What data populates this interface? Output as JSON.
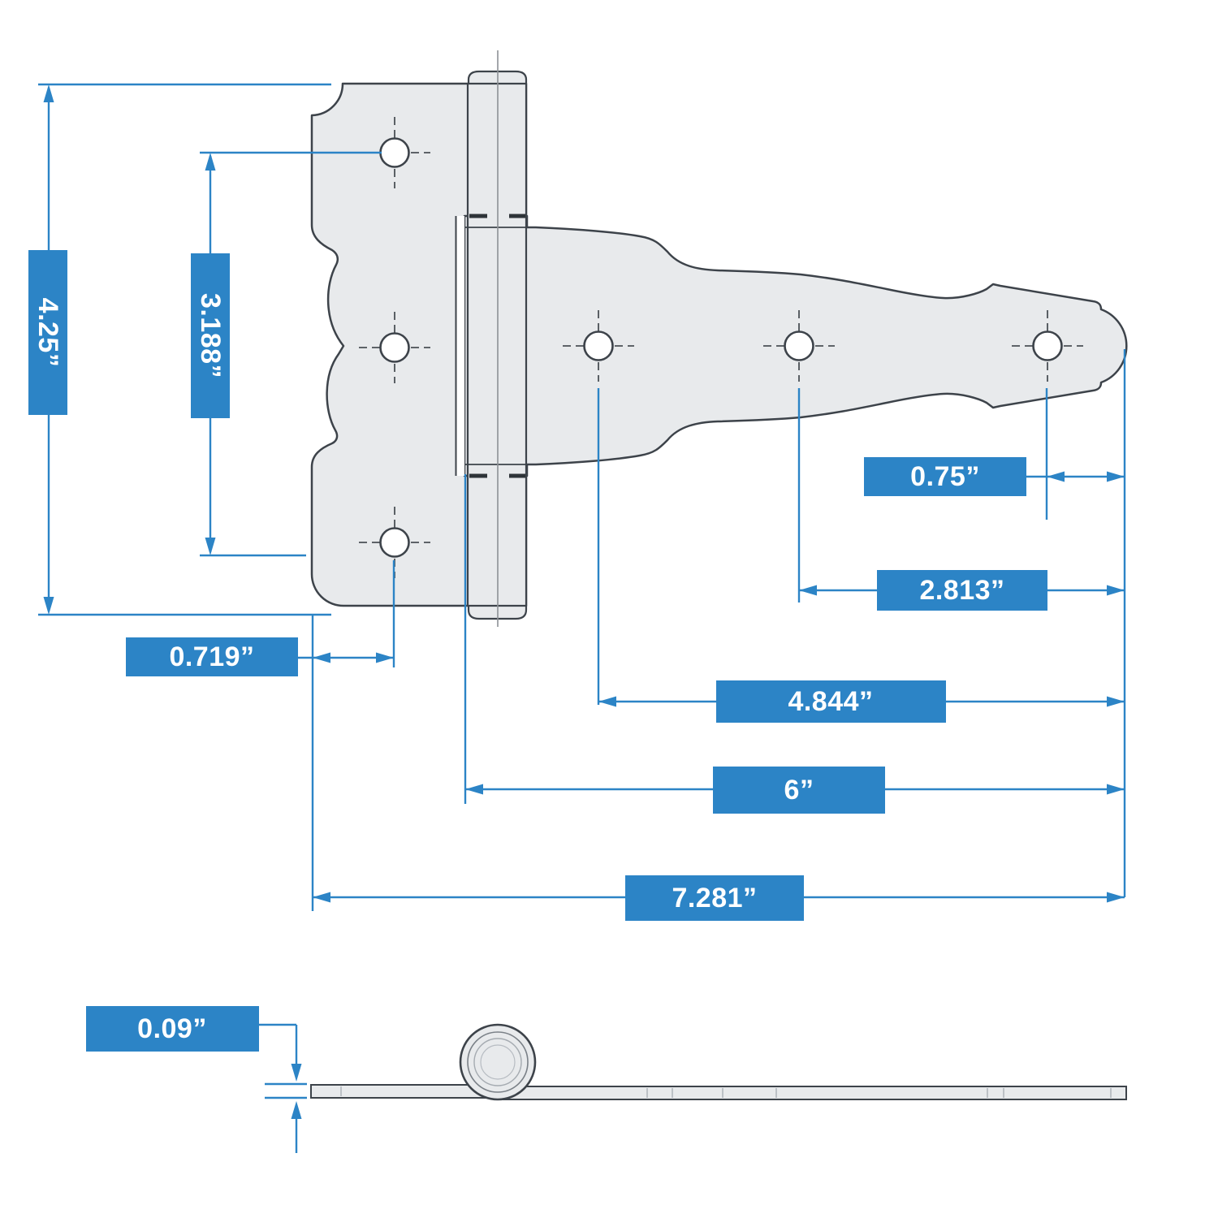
{
  "diagram": {
    "subject": "gate T-hinge technical drawing with dimension callouts",
    "views": {
      "top_view": "hinge face view with screw holes",
      "side_view": "edge profile view with rolled knuckle"
    },
    "colors": {
      "dimension_blue": "#2C84C6",
      "outline_dark": "#3D434A",
      "metal_fill": "#E8EAEC",
      "seam_gray": "#A5ABB1",
      "centerline_gray": "#8D9196",
      "label_text": "#FFFFFF",
      "background": "#FFFFFF"
    },
    "labels": {
      "plate_height": "4.25”",
      "plate_hole_span": "3.188”",
      "tip_hole_to_end": "0.75”",
      "second_hole_to_end": "2.813”",
      "plate_edge_to_hole": "0.719”",
      "first_strap_hole_to_end": "4.844”",
      "knuckle_to_end": "6”",
      "overall_length": "7.281”",
      "material_thickness": "0.09”"
    },
    "hole_count_top_view": 6
  }
}
